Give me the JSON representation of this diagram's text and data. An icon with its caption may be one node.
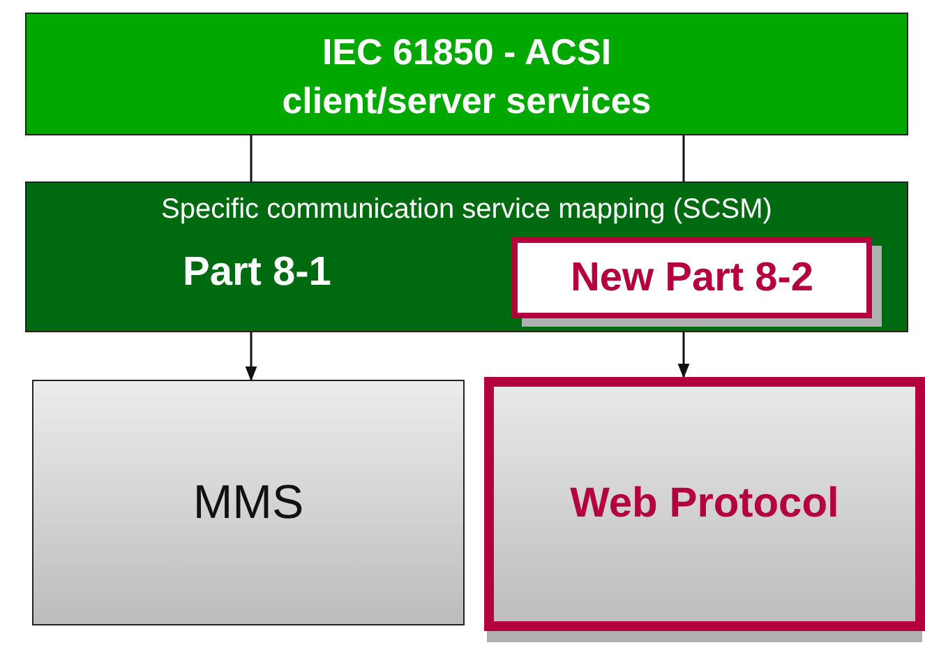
{
  "diagram": {
    "nodes": [
      {
        "text": [
          "IEC 61850 - ACSI client/server services"
        ]
      },
      {
        "text": [
          "Specific communication service mapping (SCSM)",
          "Part 8-1"
        ]
      },
      {
        "text": [
          "New Part 8-2"
        ],
        "in": 1
      },
      {
        "text": [
          "MMS"
        ]
      },
      {
        "text": [
          "Web Protocol"
        ]
      }
    ],
    "edges": [
      {
        "from": 0,
        "to": 1,
        "arrow": "none"
      },
      {
        "from": 0,
        "to": 1,
        "arrow": "none"
      },
      {
        "from": 1,
        "to": 3,
        "arrow": "to"
      },
      {
        "from": 2,
        "to": 4,
        "arrow": "to"
      }
    ]
  }
}
